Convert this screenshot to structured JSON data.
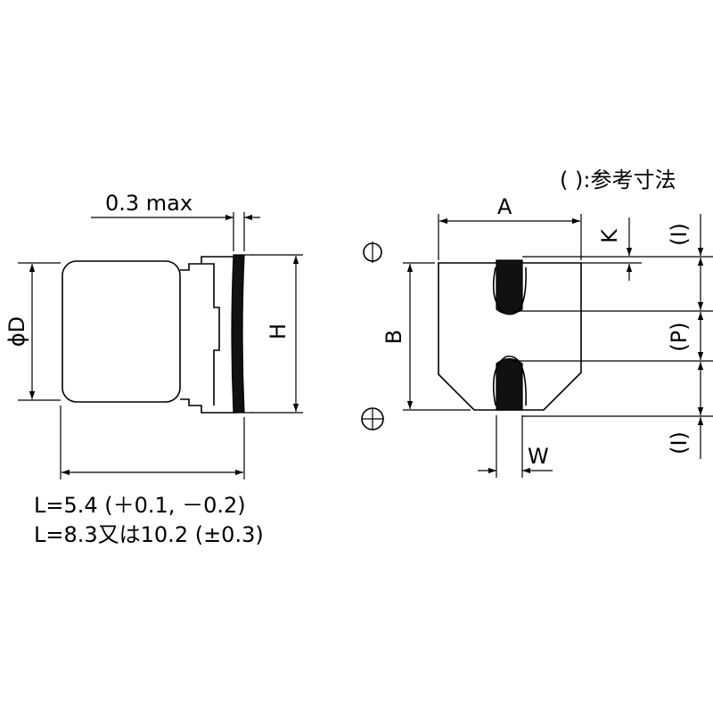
{
  "labels": {
    "max_thickness": "0.3 max",
    "diameter": "ϕD",
    "height": "H",
    "length_line1": "L=5.4 (＋0.1, －0.2)",
    "length_line2": "L=8.3又は10.2 (±0.3)",
    "dim_a": "A",
    "dim_b": "B",
    "dim_k": "K",
    "dim_w": "W",
    "dim_i_top": "(I)",
    "dim_p": "(P)",
    "dim_i_bottom": "(I)",
    "reference_note": "( ):参考寸法"
  },
  "symbols": {
    "minus_polarity": "minus-polarity-symbol",
    "plus_polarity": "plus-polarity-symbol"
  }
}
